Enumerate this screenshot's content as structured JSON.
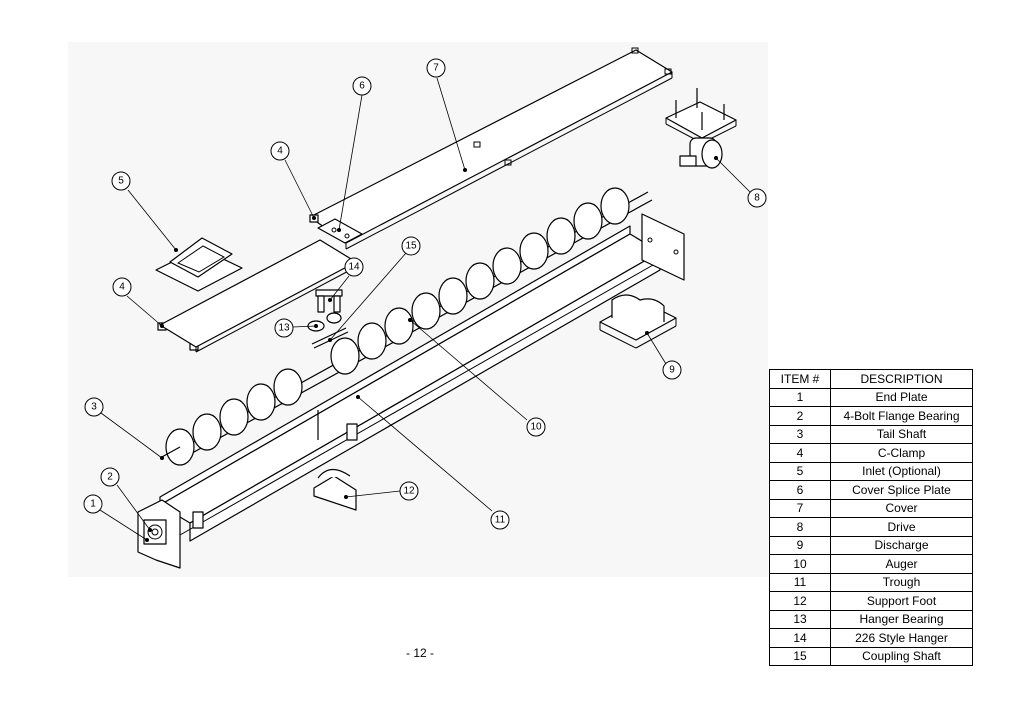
{
  "callouts": [
    {
      "number": "1"
    },
    {
      "number": "2"
    },
    {
      "number": "3"
    },
    {
      "number": "4"
    },
    {
      "number": "4"
    },
    {
      "number": "5"
    },
    {
      "number": "6"
    },
    {
      "number": "7"
    },
    {
      "number": "8"
    },
    {
      "number": "9"
    },
    {
      "number": "10"
    },
    {
      "number": "11"
    },
    {
      "number": "12"
    },
    {
      "number": "13"
    },
    {
      "number": "14"
    },
    {
      "number": "15"
    }
  ],
  "parts_table": {
    "headers": {
      "item": "ITEM #",
      "description": "DESCRIPTION"
    },
    "rows": [
      {
        "item": "1",
        "description": "End Plate"
      },
      {
        "item": "2",
        "description": "4-Bolt Flange Bearing"
      },
      {
        "item": "3",
        "description": "Tail Shaft"
      },
      {
        "item": "4",
        "description": "C-Clamp"
      },
      {
        "item": "5",
        "description": "Inlet (Optional)"
      },
      {
        "item": "6",
        "description": "Cover Splice Plate"
      },
      {
        "item": "7",
        "description": "Cover"
      },
      {
        "item": "8",
        "description": "Drive"
      },
      {
        "item": "9",
        "description": "Discharge"
      },
      {
        "item": "10",
        "description": "Auger"
      },
      {
        "item": "11",
        "description": "Trough"
      },
      {
        "item": "12",
        "description": "Support Foot"
      },
      {
        "item": "13",
        "description": "Hanger Bearing"
      },
      {
        "item": "14",
        "description": "226 Style Hanger"
      },
      {
        "item": "15",
        "description": "Coupling Shaft"
      }
    ]
  },
  "footer": {
    "page_number": "- 12 -"
  }
}
